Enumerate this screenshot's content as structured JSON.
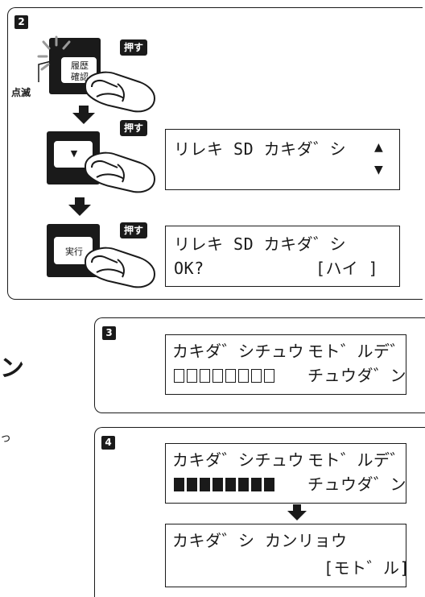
{
  "step2": {
    "num": "2",
    "blink_label": "点滅",
    "history_key": {
      "line1": "履歴",
      "line2": "確認"
    },
    "down_key_symbol": "▼",
    "exec_key_label": "実行",
    "push_labels": [
      "押す",
      "押す",
      "押す"
    ],
    "lcd1": {
      "line1": "リレキ SD カキダ゛シ",
      "scroll_up": "▲",
      "scroll_down": "▼"
    },
    "lcd2": {
      "line1": "リレキ SD カキダ゛シ",
      "line2_left": "OK?",
      "line2_right": "[ハイ ]"
    }
  },
  "step3": {
    "num": "3",
    "lcd": {
      "line1_left": "カキダ゛シチュウ",
      "line1_right": "モト゛ルデ゛",
      "progress_empty": 8,
      "line2_right": "チュウダ゛ン"
    }
  },
  "step4": {
    "num": "4",
    "lcd1": {
      "line1_left": "カキダ゛シチュウ",
      "line1_right": "モト゛ルデ゛",
      "progress_filled": 8,
      "line2_right": "チュウダ゛ン"
    },
    "lcd2": {
      "line1": "カキダ゛シ カンリョウ",
      "line2": "[モト゛ル]"
    }
  },
  "margin_fragments": {
    "left_hook": "ン",
    "left_small": "っ"
  }
}
